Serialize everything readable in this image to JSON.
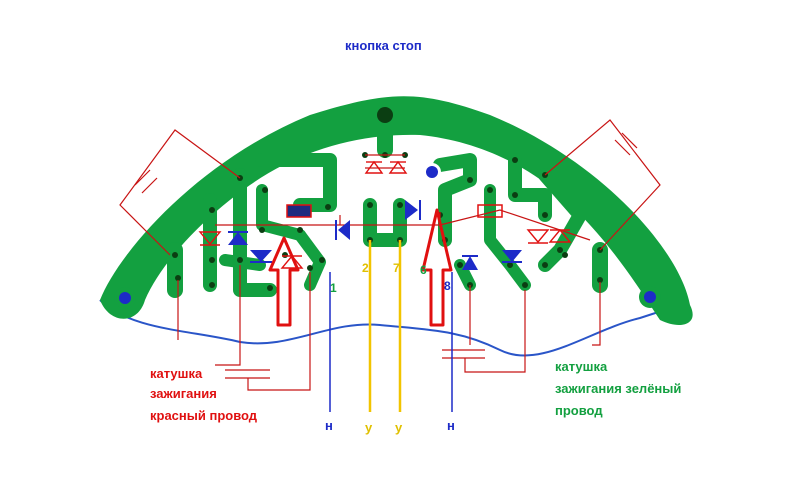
{
  "labels": {
    "stop_button": "кнопка стоп",
    "coil_red_line1": "катушка",
    "coil_red_line2": "зажигания",
    "coil_red_line3": "красный провод",
    "coil_green_line1": "катушка",
    "coil_green_line2": "зажигания зелёный",
    "coil_green_line3": "провод",
    "wire_n_left": "н",
    "wire_y_left": "у",
    "wire_y_right": "у",
    "wire_n_right": "н"
  },
  "pins": {
    "p1": "1",
    "p2": "2",
    "p7": "7",
    "p6": "6",
    "p8": "8"
  },
  "colors": {
    "pcb_green": "#13a040",
    "pad_dark": "#0b3e12",
    "hole_blue": "#1d2bc8",
    "wire_red": "#c81414",
    "wire_blue": "#1d2bc8",
    "wire_yellow": "#f2c400",
    "outline_blue": "#2a55c8",
    "arrow_red": "#e01010",
    "component_red": "#e01010",
    "resistor_navy": "#1d2b80"
  }
}
